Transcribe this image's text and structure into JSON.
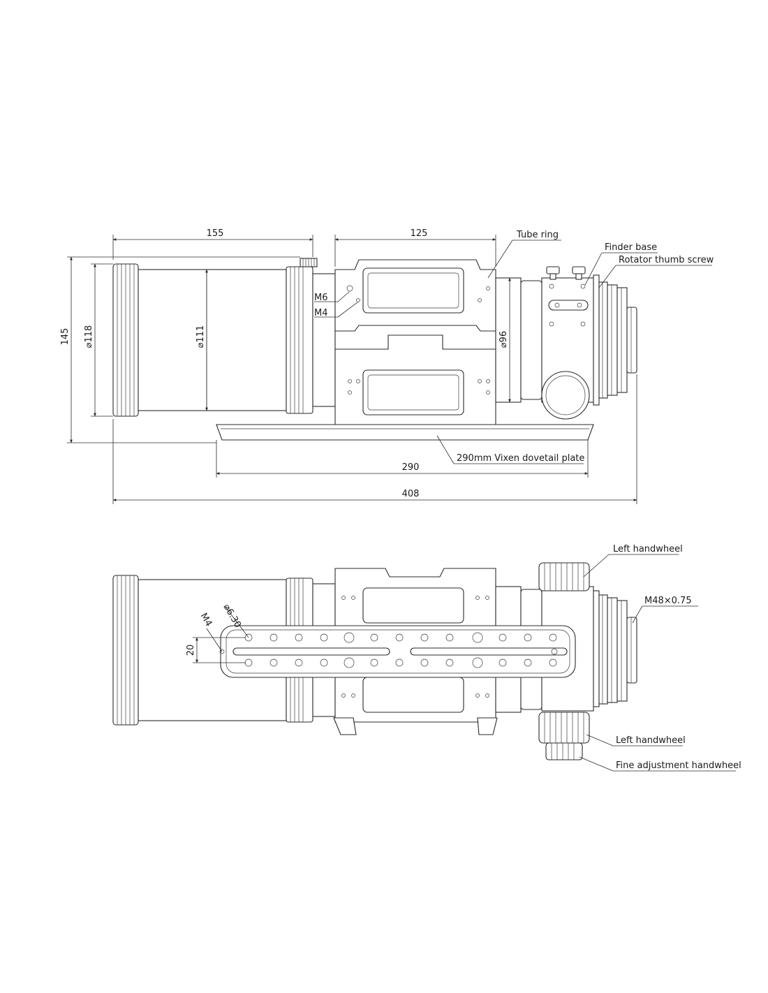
{
  "side_view": {
    "dimensions": {
      "d155": "155",
      "d125": "125",
      "d145": "145",
      "dia118": "⌀118",
      "dia111": "⌀111",
      "dia96": "⌀96",
      "d290": "290",
      "d408": "408"
    },
    "labels": {
      "tube_ring": "Tube ring",
      "finder_base": "Finder base",
      "rotator_thumb_screw": "Rotator thumb screw",
      "m6": "M6",
      "m4": "M4",
      "dovetail_plate": "290mm Vixen dovetail plate"
    }
  },
  "bottom_view": {
    "dimensions": {
      "dia630": "⌀6.30",
      "m4": "M4",
      "d20": "20"
    },
    "labels": {
      "left_handwheel_top": "Left handwheel",
      "thread": "M48×0.75",
      "left_handwheel_bottom": "Left handwheel",
      "fine_adjustment": "Fine adjustment handwheel"
    }
  }
}
